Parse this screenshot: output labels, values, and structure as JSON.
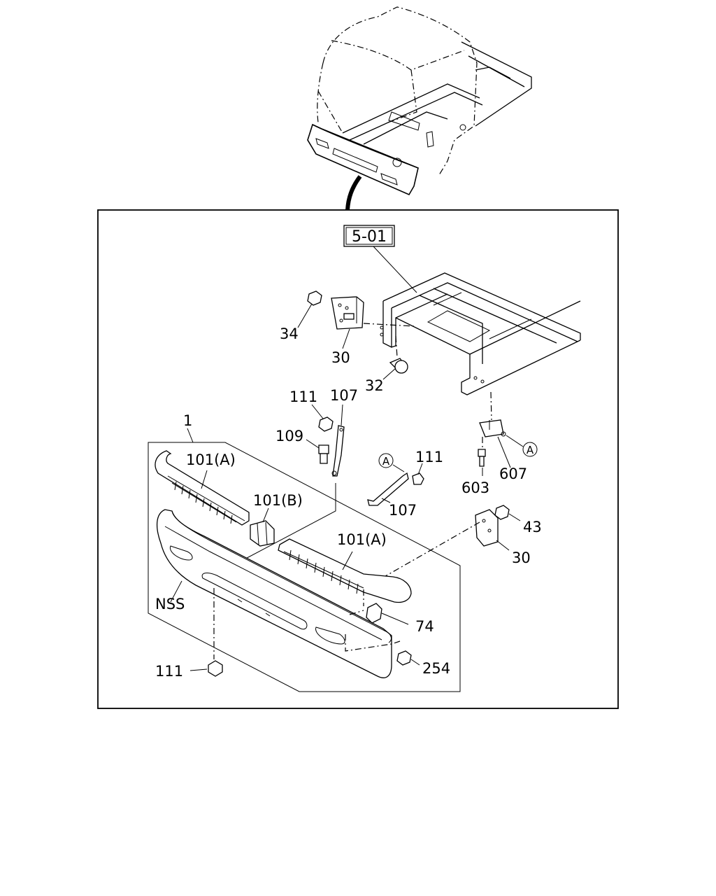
{
  "diagram": {
    "reference_box": "5-01",
    "callouts": {
      "c1": "1",
      "c34": "34",
      "c30_top": "30",
      "c32": "32",
      "c111_top": "111",
      "c107_top": "107",
      "c109": "109",
      "c101A_left": "101(A)",
      "c101B": "101(B)",
      "c101A_right": "101(A)",
      "cA_left": "A",
      "c111_mid": "111",
      "c107_mid": "107",
      "cA_right": "A",
      "c603": "603",
      "c607": "607",
      "c43": "43",
      "c30_right": "30",
      "cNSS": "NSS",
      "c74": "74",
      "c111_bottom": "111",
      "c254": "254"
    }
  }
}
